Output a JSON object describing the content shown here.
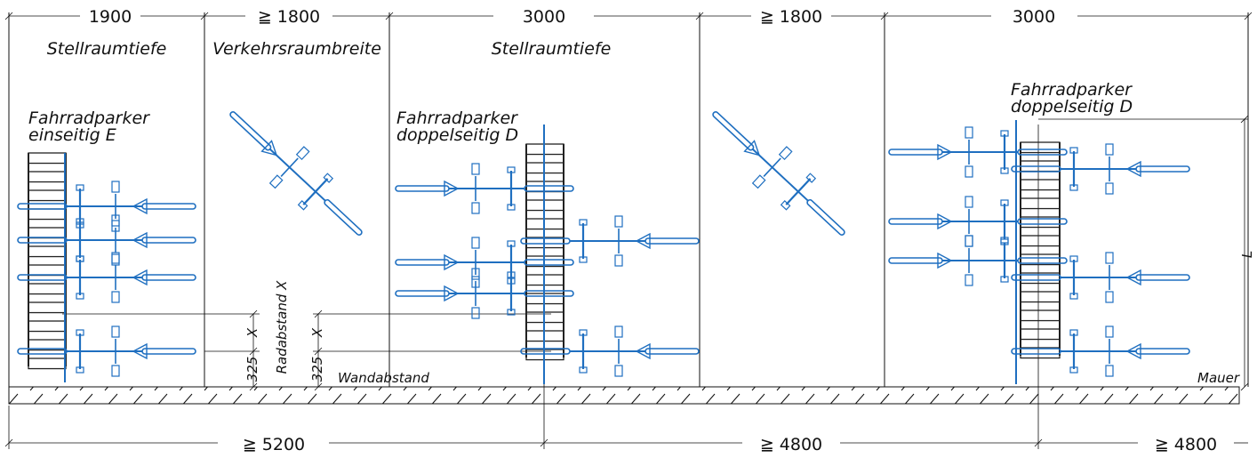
{
  "dimensions": {
    "top": [
      "1900",
      "≧ 1800",
      "3000",
      "≧ 1800",
      "3000"
    ],
    "bottom": [
      "≧ 5200",
      "≧ 4800",
      "≧ 4800"
    ],
    "offset_a": "325",
    "offset_b": "325",
    "x_a": "X",
    "x_b": "X",
    "length": "L"
  },
  "labels": {
    "zone1": "Stellraumtiefe",
    "zone2": "Verkehrsraumbreite",
    "zone3": "Stellraumtiefe",
    "parker_e_line1": "Fahrradparker",
    "parker_e_line2": "einseitig E",
    "parker_d_line1": "Fahrradparker",
    "parker_d_line2": "doppelseitig D",
    "parker_d2_line1": "Fahrradparker",
    "parker_d2_line2": "doppelseitig D",
    "radabstand": "Radabstand X",
    "wandabstand": "Wandabstand",
    "mauer": "Mauer"
  },
  "colors": {
    "bike": "#1f6fc0",
    "rack": "#222222",
    "lines": "#111111"
  }
}
